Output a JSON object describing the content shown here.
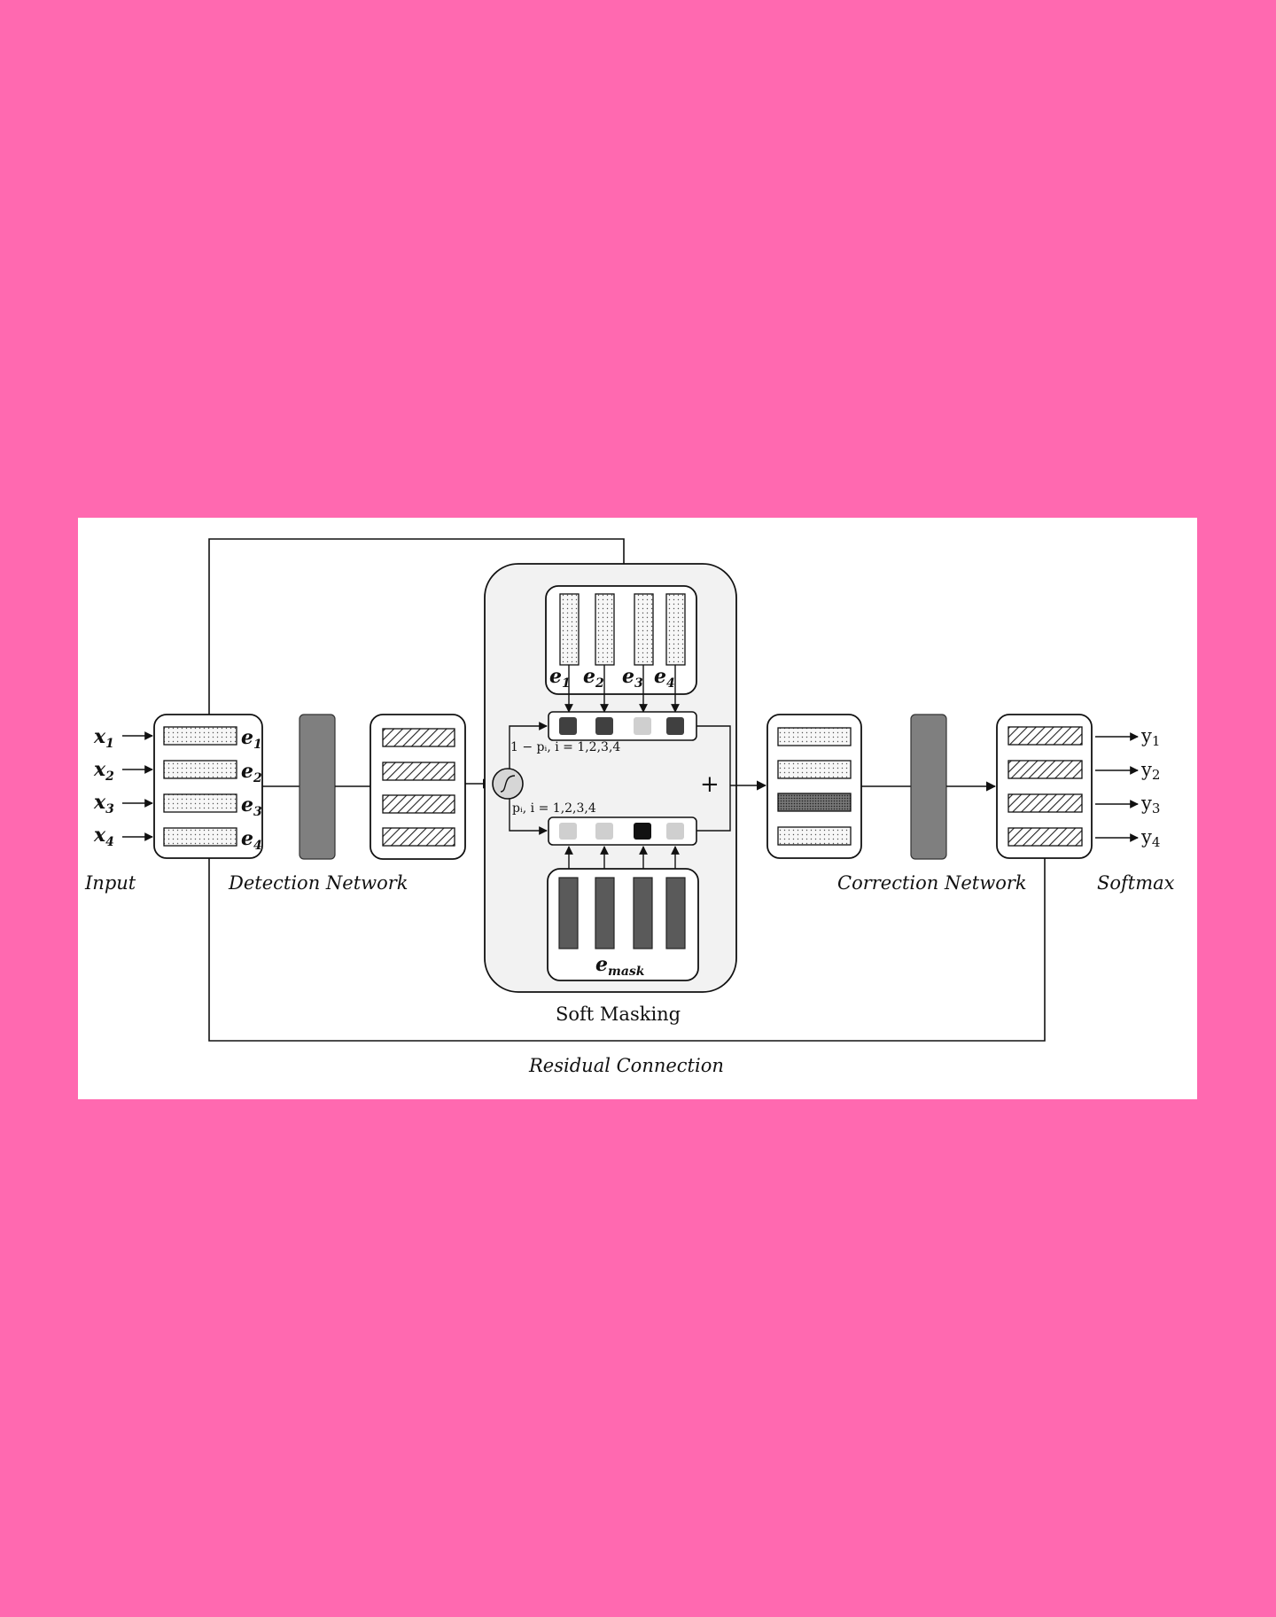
{
  "diagram": {
    "labels": {
      "input": "Input",
      "detection": "Detection Network",
      "soft_masking": "Soft Masking",
      "correction": "Correction Network",
      "softmax": "Softmax",
      "residual": "Residual Connection",
      "plus": "+",
      "one_minus_p": "1 − pᵢ, i = 1,2,3,4",
      "p": "pᵢ, i = 1,2,3,4",
      "e_mask": "e",
      "e_mask_sub": "mask"
    },
    "inputs": [
      {
        "x": "x",
        "sub": "1",
        "e": "e",
        "esub": "1"
      },
      {
        "x": "x",
        "sub": "2",
        "e": "e",
        "esub": "2"
      },
      {
        "x": "x",
        "sub": "3",
        "e": "e",
        "esub": "3"
      },
      {
        "x": "x",
        "sub": "4",
        "e": "e",
        "esub": "4"
      }
    ],
    "top_embeddings": [
      {
        "e": "e",
        "sub": "1"
      },
      {
        "e": "e",
        "sub": "2"
      },
      {
        "e": "e",
        "sub": "3"
      },
      {
        "e": "e",
        "sub": "4"
      }
    ],
    "outputs": [
      {
        "y": "y",
        "sub": "1"
      },
      {
        "y": "y",
        "sub": "2"
      },
      {
        "y": "y",
        "sub": "3"
      },
      {
        "y": "y",
        "sub": "4"
      }
    ],
    "colors": {
      "page_bg": "#FF69B0",
      "canvas_bg": "#FFFFFF",
      "panel_bg": "#F2F2F2",
      "network_block": "#7F7F7F",
      "mask_bar": "#5A5A5A",
      "dark_cell": "#404040",
      "light_cell": "#CFCFCF",
      "black_cell": "#111111"
    }
  }
}
